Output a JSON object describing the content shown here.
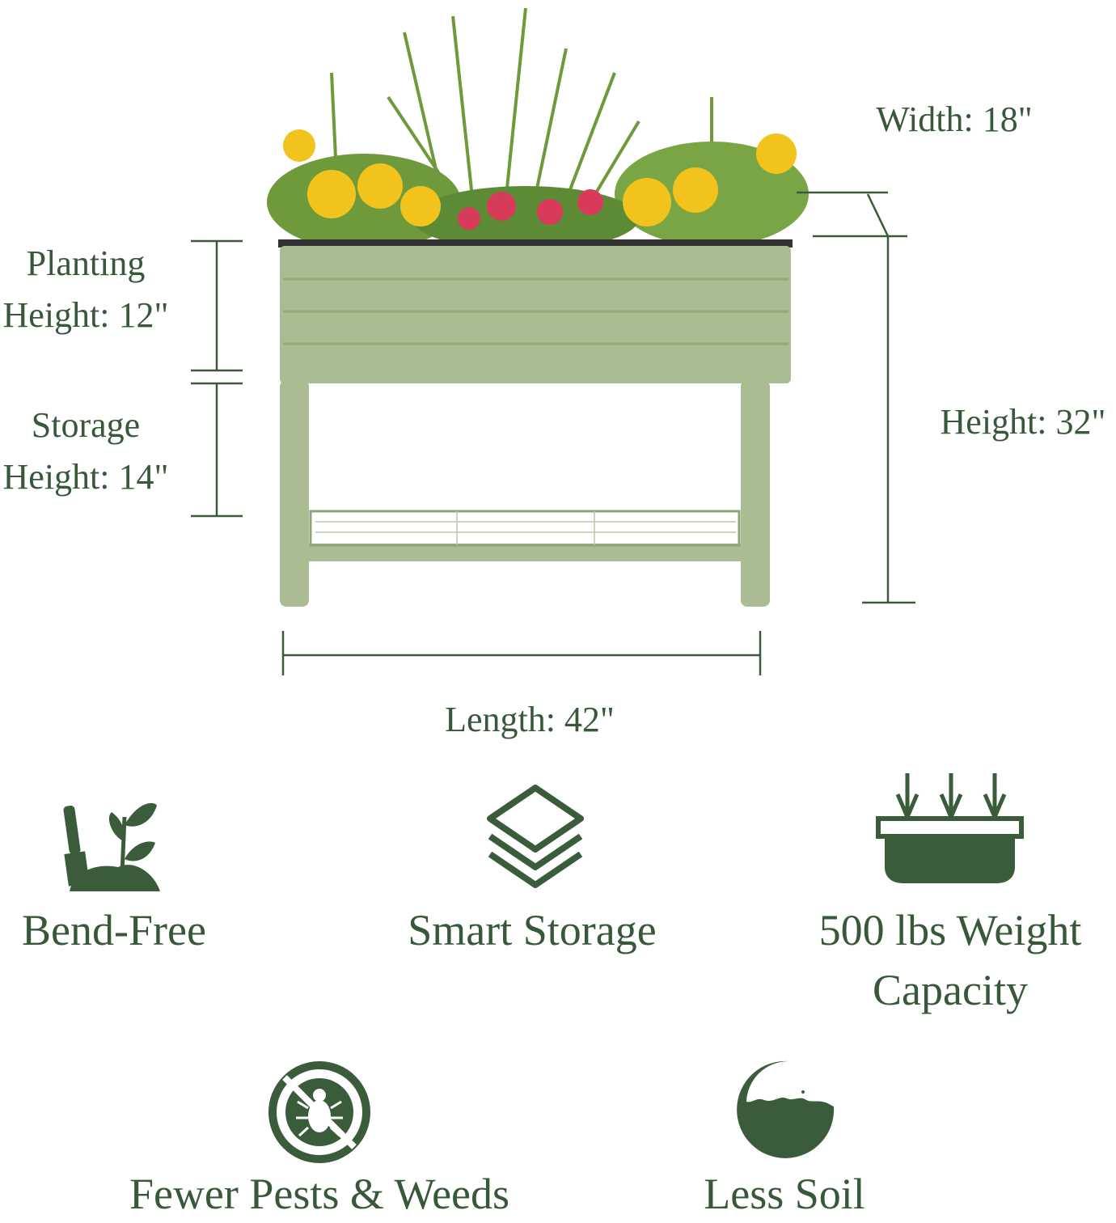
{
  "colors": {
    "text": "#38583a",
    "icon": "#3a5c3a",
    "planter": "#a9bc92",
    "dimension_line": "#3a5a3a"
  },
  "dimensions": {
    "width": "Width: 18\"",
    "planting_height_line1": "Planting",
    "planting_height_line2": "Height: 12\"",
    "storage_height_line1": "Storage",
    "storage_height_line2": "Height: 14\"",
    "height": "Height: 32\"",
    "length": "Length: 42\""
  },
  "features": [
    {
      "label": "Bend-Free",
      "icon": "shovel-sprout-icon"
    },
    {
      "label": "Smart Storage",
      "icon": "layers-icon"
    },
    {
      "label_line1": "500 lbs Weight",
      "label_line2": "Capacity",
      "icon": "planter-pot-icon"
    },
    {
      "label": "Fewer Pests & Weeds",
      "icon": "no-bug-icon"
    },
    {
      "label": "Less Soil",
      "icon": "soil-icon"
    }
  ]
}
